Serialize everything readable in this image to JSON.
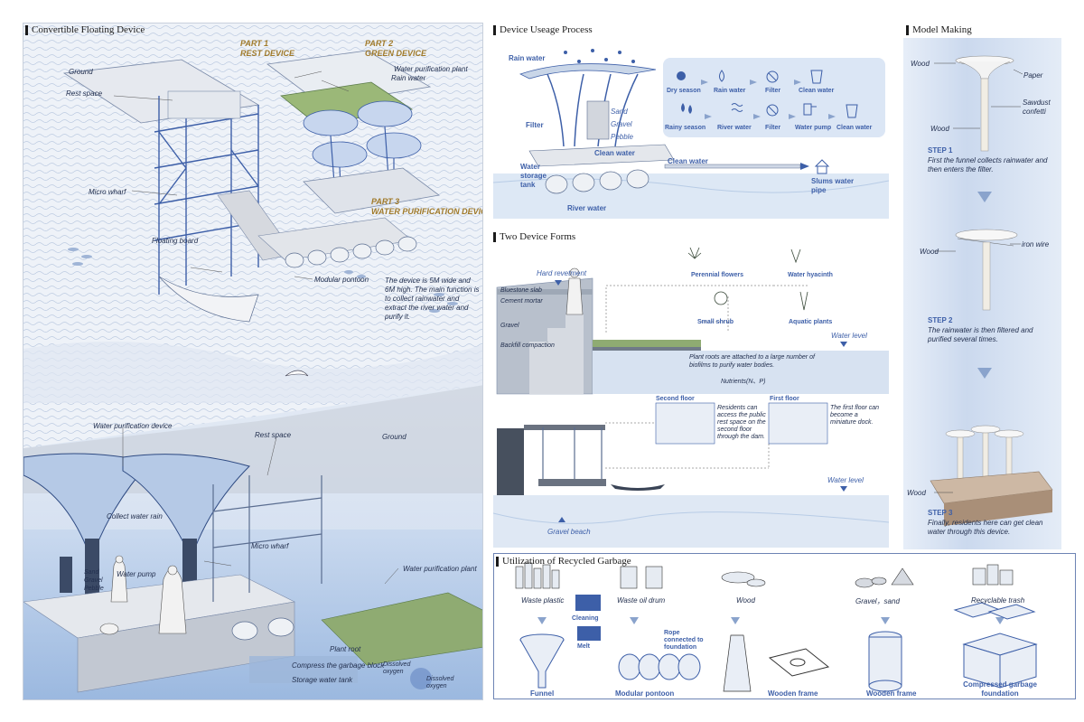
{
  "panels": {
    "convertible": "Convertible Floating Device",
    "usage": "Device Useage Process",
    "forms": "Two Device Forms",
    "recycled": "Utilization of Recycled Garbage",
    "model": "Model Making"
  },
  "convertible": {
    "part1": "PART 1",
    "part1_name": "REST DEVICE",
    "part2": "PART 2",
    "part2_name": "GREEN DEVICE",
    "part3": "PART 3",
    "part3_name": "WATER PURIFICATION DEVICE",
    "ground": "Ground",
    "rest_space": "Rest space",
    "water_purification_plant": "Water purification plant",
    "rain_water": "Rain water",
    "micro_wharf": "Micro wharf",
    "floating_board": "Floating board",
    "modular_pontoon": "Modular pontoon",
    "description": "The device is 5M wide and 6M high. The main function is to collect rainwater and extract the river water and purify it.",
    "lower_water_purification_device": "Water purification device",
    "lower_rest_space": "Rest space",
    "lower_ground": "Ground",
    "collect_water_rain": "Collect water rain",
    "micro_wharf2": "Micro wharf",
    "sand_gravel_pebble": "Sand\nGravel\nPebble",
    "water_pump": "Water pump",
    "water_purification_plant2": "Water purification plant",
    "plant_root": "Plant root",
    "compress_garbage": "Compress the garbage block",
    "storage_tank": "Storage water tank",
    "dissolved_oxygen1": "Dissolved oxygen",
    "dissolved_oxygen2": "Dissolved oxygen"
  },
  "usage": {
    "rain_water": "Rain water",
    "filter": "Filter",
    "sand": "Sand",
    "gravel": "Gravel",
    "pebble": "Pebble",
    "clean_water": "Clean water",
    "clean_water2": "Clean water",
    "water_storage_tank": "Water storage tank",
    "river_water": "River water",
    "slums_water_pipe": "Slums water pipe",
    "dry_row": [
      "Dry season",
      "Rain water",
      "Filter",
      "Clean water"
    ],
    "rainy_row": [
      "Rainy season",
      "River water",
      "Filter",
      "Water pump",
      "Clean water"
    ]
  },
  "forms": {
    "hard_revetment": "Hard revetment",
    "bluestone": "Bluestone slab",
    "cement": "Cement mortar",
    "gravel": "Gravel",
    "backfill": "Backfill compaction",
    "perennial": "Perennial flowers",
    "hyacinth": "Water hyacinth",
    "shrub": "Small shrub",
    "aquatic": "Aquatic plants",
    "water_level1": "Water level",
    "roots_note": "Plant roots are attached to a large number of biofilms to purify water bodies.",
    "nutrients": "Nutrients(N、P)",
    "second_floor": "Second floor",
    "second_note": "Residents can access the public rest space on the second floor through the dam.",
    "first_floor": "First floor",
    "first_note": "The first floor can become a miniature dock.",
    "water_level2": "Water level",
    "gravel_beach": "Gravel beach"
  },
  "recycled": {
    "waste_plastic": "Waste plastic",
    "waste_oil_drum": "Waste oil drum",
    "wood": "Wood",
    "gravel_sand": "Gravel，sand",
    "recyclable": "Recyclable trash",
    "cleaning": "Cleaning",
    "melt": "Melt",
    "rope": "Rope connected to foundation",
    "funnel": "Funnel",
    "modular_pontoon": "Modular pontoon",
    "wooden_frame1": "Wooden frame",
    "wooden_frame2": "Wooden frame",
    "compressed": "Compressed garbage foundation"
  },
  "model": {
    "wood1": "Wood",
    "paper": "Paper",
    "sawdust": "Sawdust confetti",
    "wood2": "Wood",
    "step1": "STEP 1",
    "step1_text": "First the funnel collects rainwater and then enters the filter.",
    "wood3": "Wood",
    "iron_wire": "iron wire",
    "step2": "STEP 2",
    "step2_text": "The rainwater is then filtered and purified several times.",
    "wood4": "Wood",
    "step3": "STEP 3",
    "step3_text": "Finally, residents here can get clean water through this device."
  },
  "colors": {
    "accent_blue": "#3d5fa8",
    "light_blue": "#dbe6f5",
    "water_blue": "#c9daf0",
    "gold": "#a07a2a",
    "model_bg": "#d7e3f3"
  }
}
